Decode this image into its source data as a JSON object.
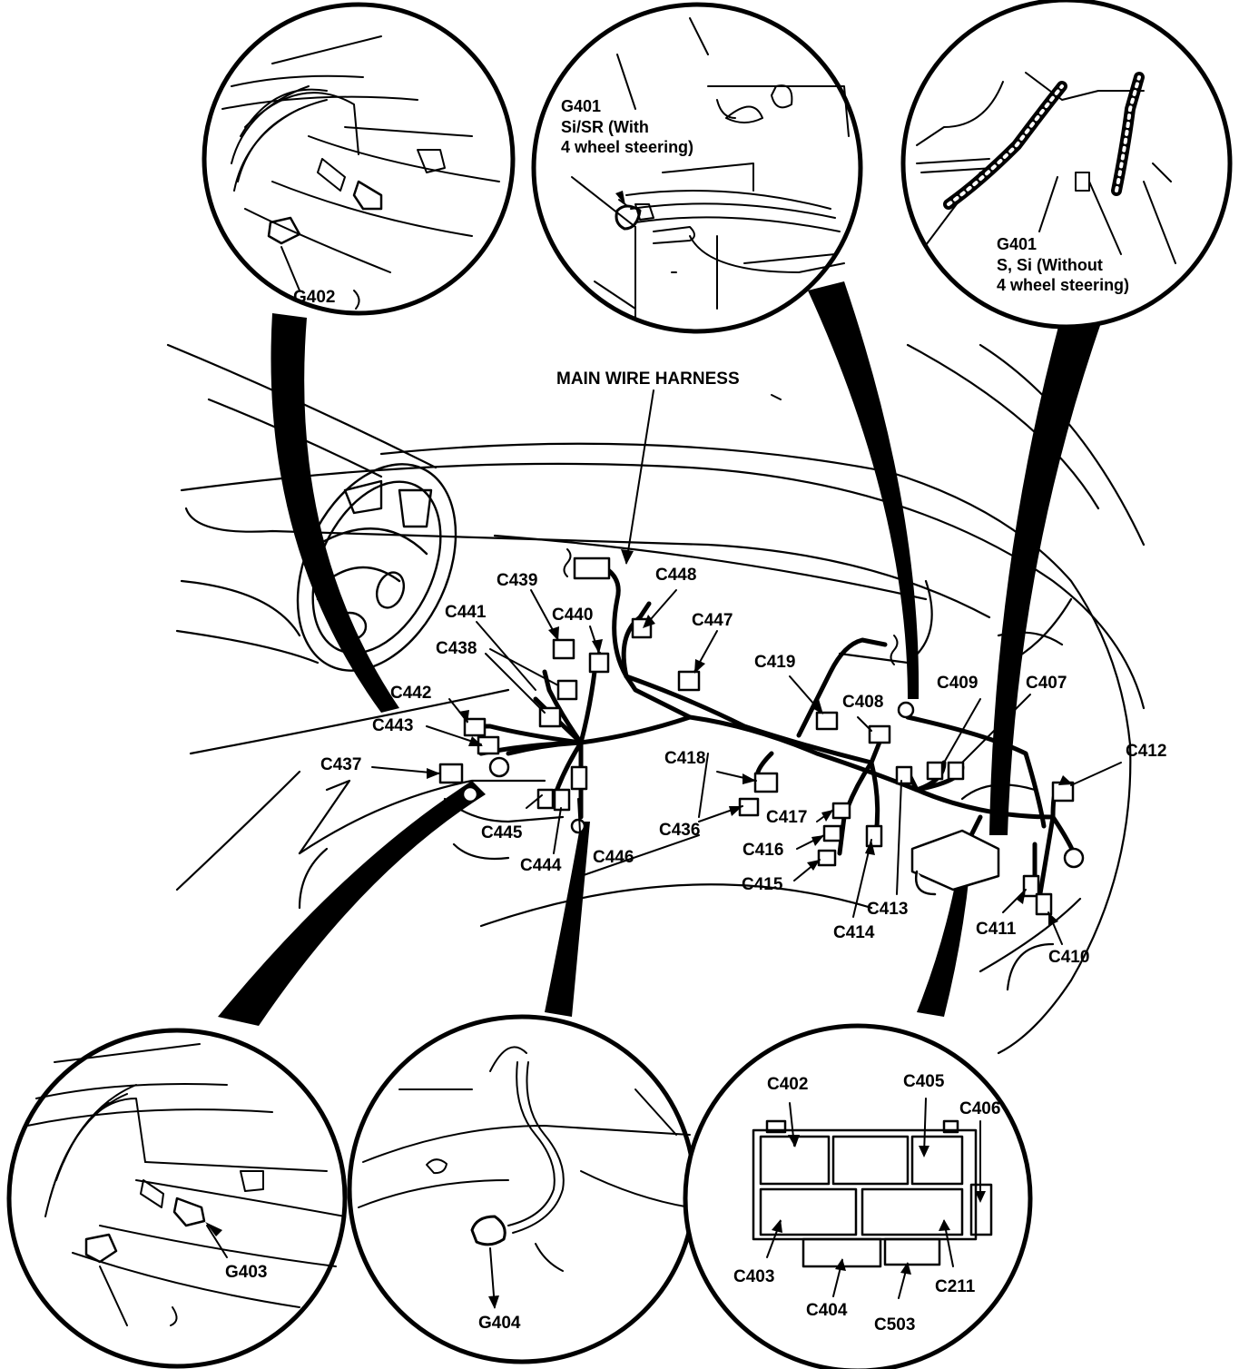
{
  "title": "MAIN WIRE HARNESS",
  "grounds": {
    "g401_sr": "G401\nSi/SR (With\n4 wheel steering)",
    "g401_s": "G401\nS, Si (Without\n4 wheel steering)",
    "g402": "G402",
    "g403": "G403",
    "g404": "G404"
  },
  "connectors": {
    "c402": "C402",
    "c403": "C403",
    "c404": "C404",
    "c405": "C405",
    "c406": "C406",
    "c407": "C407",
    "c408": "C408",
    "c409": "C409",
    "c410": "C410",
    "c411": "C411",
    "c412": "C412",
    "c413": "C413",
    "c414": "C414",
    "c415": "C415",
    "c416": "C416",
    "c417": "C417",
    "c418": "C418",
    "c419": "C419",
    "c436": "C436",
    "c437": "C437",
    "c438": "C438",
    "c439": "C439",
    "c440": "C440",
    "c441": "C441",
    "c442": "C442",
    "c443": "C443",
    "c444": "C444",
    "c445": "C445",
    "c446": "C446",
    "c447": "C447",
    "c448": "C448",
    "c503": "C503",
    "c211": "C211"
  },
  "colors": {
    "ink": "#000000",
    "paper": "#ffffff"
  }
}
